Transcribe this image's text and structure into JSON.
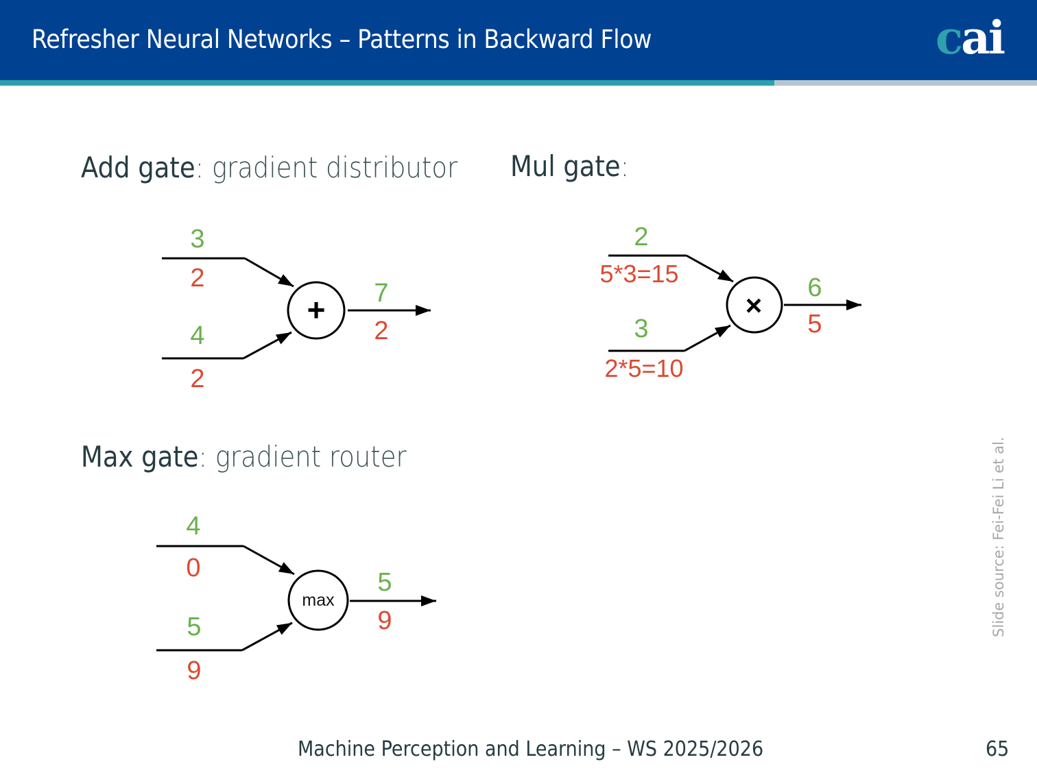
{
  "header": {
    "title": "Refresher Neural Networks – Patterns in Backward Flow",
    "logo": {
      "c": "c",
      "ai": "ai"
    }
  },
  "colors": {
    "header_bg": "#004191",
    "accent_teal": "#2e9fad",
    "accent_grey": "#b6c7cc",
    "forward_value": "#6ab04c",
    "gradient_value": "#db4a32"
  },
  "sections": {
    "add": {
      "name": "Add gate",
      "colon": ":",
      "desc": "gradient distributor"
    },
    "mul": {
      "name": "Mul gate",
      "colon": ":",
      "desc": ""
    },
    "max": {
      "name": "Max gate",
      "colon": ":",
      "desc": "gradient router"
    }
  },
  "diagrams": {
    "add": {
      "op_symbol": "+",
      "input_top": {
        "forward": "3",
        "gradient": "2"
      },
      "input_bottom": {
        "forward": "4",
        "gradient": "2"
      },
      "output": {
        "forward": "7",
        "gradient": "2"
      }
    },
    "mul": {
      "op_symbol": "×",
      "input_top": {
        "forward": "2",
        "gradient": "5*3=15"
      },
      "input_bottom": {
        "forward": "3",
        "gradient": "2*5=10"
      },
      "output": {
        "forward": "6",
        "gradient": "5"
      }
    },
    "max": {
      "op_symbol": "max",
      "input_top": {
        "forward": "4",
        "gradient": "0"
      },
      "input_bottom": {
        "forward": "5",
        "gradient": "9"
      },
      "output": {
        "forward": "5",
        "gradient": "9"
      }
    }
  },
  "source_note": "Slide source: Fei-Fei Li et al.",
  "footer": {
    "course": "Machine Perception and Learning – WS 2025/2026",
    "page_number": "65"
  }
}
